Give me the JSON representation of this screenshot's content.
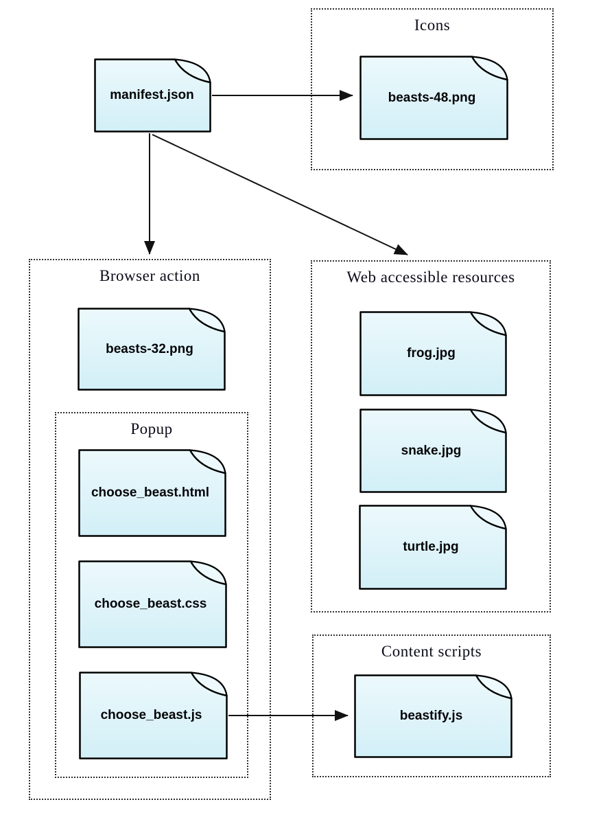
{
  "colors": {
    "background": "#ffffff",
    "node_fill_top": "#ecf9fc",
    "node_fill_bottom": "#d2eff7",
    "node_border": "#000000",
    "fold_fill": "#edf9fc",
    "group_border": "#2e2e2e",
    "title_color": "#0c0c1a",
    "label_color": "#050508",
    "arrow_color": "#111111"
  },
  "diagram": {
    "root_file": {
      "label": "manifest.json"
    },
    "groups": [
      {
        "title": "Icons",
        "files": [
          {
            "label": "beasts-48.png"
          }
        ]
      },
      {
        "title": "Browser action",
        "files": [
          {
            "label": "beasts-32.png"
          }
        ],
        "subgroup": {
          "title": "Popup",
          "files": [
            {
              "label": "choose_beast.html"
            },
            {
              "label": "choose_beast.css"
            },
            {
              "label": "choose_beast.js"
            }
          ]
        }
      },
      {
        "title": "Web accessible resources",
        "files": [
          {
            "label": "frog.jpg"
          },
          {
            "label": "snake.jpg"
          },
          {
            "label": "turtle.jpg"
          }
        ]
      },
      {
        "title": "Content scripts",
        "files": [
          {
            "label": "beastify.js"
          }
        ]
      }
    ],
    "edges": [
      {
        "from": "manifest.json",
        "to": "beasts-48.png"
      },
      {
        "from": "manifest.json",
        "to": "Browser action"
      },
      {
        "from": "manifest.json",
        "to": "Web accessible resources"
      },
      {
        "from": "choose_beast.js",
        "to": "beastify.js"
      }
    ]
  }
}
